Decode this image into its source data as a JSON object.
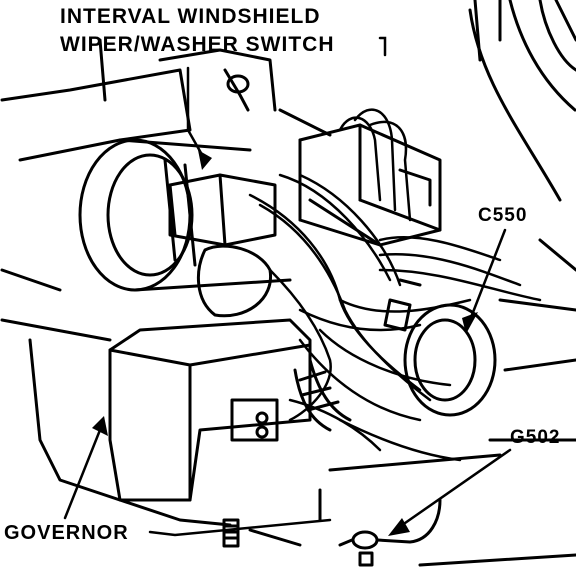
{
  "labels": {
    "wiper_switch_line1": "INTERVAL WINDSHIELD",
    "wiper_switch_line2": "WIPER/WASHER SWITCH",
    "c550": "C550",
    "g502": "G502",
    "governor": "GOVERNOR"
  },
  "colors": {
    "ink": "#000000",
    "paper": "#ffffff"
  }
}
